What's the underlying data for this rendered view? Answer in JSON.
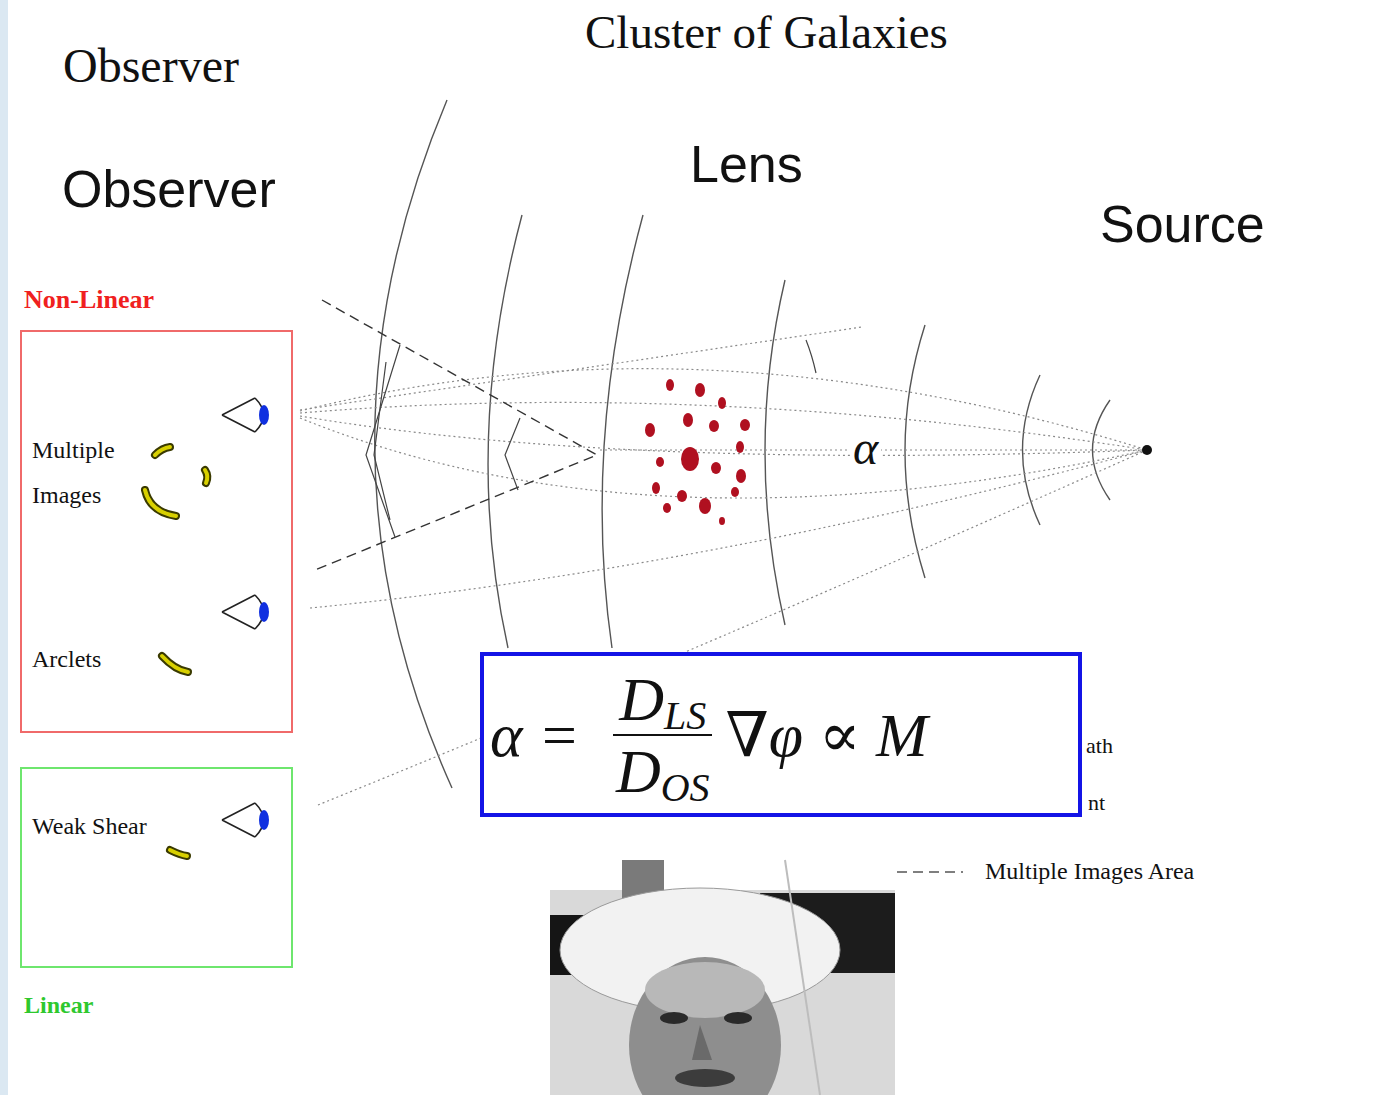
{
  "diagram": {
    "nodes": [
      {
        "text": [
          "Non-Linear",
          "Multiple Images",
          "Arclets"
        ]
      },
      {
        "text": [
          "α =",
          "D",
          "LS",
          "D",
          "OS",
          "∇φ ∝ M"
        ]
      },
      {
        "text": [
          "Weak Shear",
          "Linear"
        ]
      }
    ],
    "labels": [
      "Cluster of Galaxies",
      "Observer",
      "Observer",
      "Lens",
      "Source",
      "α",
      "ath",
      "nt"
    ],
    "legend": [
      {
        "text": "Multiple Images Area"
      }
    ]
  }
}
